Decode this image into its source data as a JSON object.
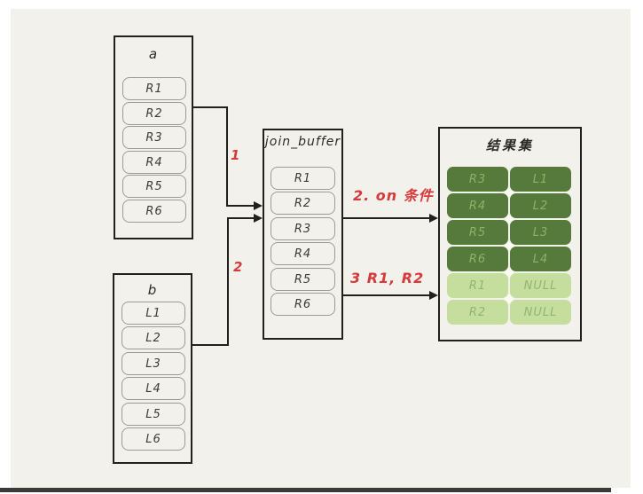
{
  "page": {
    "background": "#ffffff",
    "canvas_background": "#f2f1ec",
    "bottom_bar_color": "#3a3a38"
  },
  "tables": {
    "a": {
      "title": "a",
      "rows": [
        "R1",
        "R2",
        "R3",
        "R4",
        "R5",
        "R6"
      ]
    },
    "b": {
      "title": "b",
      "rows": [
        "L1",
        "L2",
        "L3",
        "L4",
        "L5",
        "L6"
      ]
    },
    "join_buffer": {
      "title": "join_buffer",
      "rows": [
        "R1",
        "R2",
        "R3",
        "R4",
        "R5",
        "R6"
      ]
    }
  },
  "result_set": {
    "title": "结果集",
    "matched_color": "#567a3b",
    "unmatched_color": "#c5de9e",
    "rows": [
      {
        "left": "R3",
        "right": "L1",
        "matched": true
      },
      {
        "left": "R4",
        "right": "L2",
        "matched": true
      },
      {
        "left": "R5",
        "right": "L3",
        "matched": true
      },
      {
        "left": "R6",
        "right": "L4",
        "matched": true
      },
      {
        "left": "R1",
        "right": "NULL",
        "matched": false
      },
      {
        "left": "R2",
        "right": "NULL",
        "matched": false
      }
    ]
  },
  "annotations": {
    "step1": "1",
    "step2": "2",
    "on_condition": "2. on 条件",
    "step3": "3 R1, R2",
    "accent_color": "#d63a3a"
  }
}
